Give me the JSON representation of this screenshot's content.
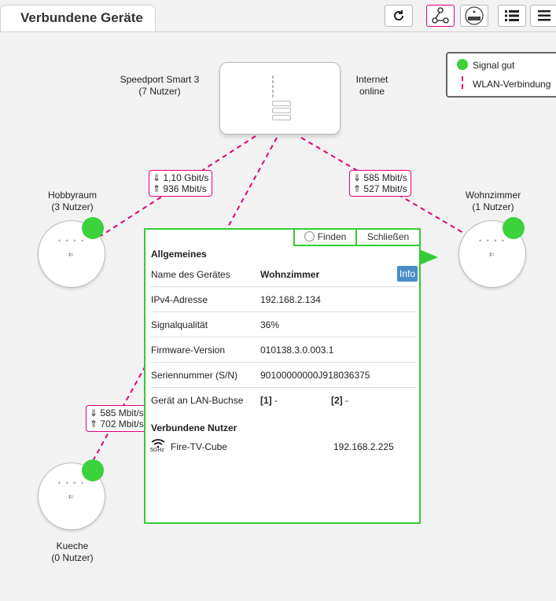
{
  "header": {
    "tab_title": "Verbundene Geräte"
  },
  "toolbar": {
    "buttons": [
      {
        "name": "refresh-icon"
      },
      {
        "name": "network-view-icon"
      },
      {
        "name": "router-view-icon"
      },
      {
        "name": "list-view-icon"
      },
      {
        "name": "menu-icon"
      }
    ]
  },
  "router": {
    "name": "Speedport Smart 3",
    "users": "(7 Nutzer)"
  },
  "internet": {
    "line1": "Internet",
    "line2": "online"
  },
  "legend": {
    "signal_good": "Signal gut",
    "wlan_connection": "WLAN-Verbindung"
  },
  "colors": {
    "accent": "#e2007a",
    "signal_good": "#3bd23b",
    "panel_border": "#33cc33",
    "info_button": "#4a8ec9"
  },
  "devices": {
    "hobbyraum": {
      "name": "Hobbyraum",
      "users": "(3 Nutzer)"
    },
    "wohnzimmer": {
      "name": "Wohnzimmer",
      "users": "(1 Nutzer)"
    },
    "kueche": {
      "name": "Kueche",
      "users": "(0 Nutzer)"
    }
  },
  "links": {
    "hobbyraum": {
      "down": "⇓ 1,10 Gbit/s",
      "up": "⇑ 936 Mbit/s"
    },
    "wohnzimmer": {
      "down": "⇓ 585 Mbit/s",
      "up": "⇑ 527 Mbit/s"
    },
    "kueche": {
      "down": "⇓ 585 Mbit/s",
      "up": "⇑ 702 Mbit/s"
    }
  },
  "panel": {
    "find_label": "Finden",
    "close_label": "Schließen",
    "section_general": "Allgemeines",
    "info_label": "Info",
    "rows": {
      "name": {
        "key": "Name des Gerätes",
        "value": "Wohnzimmer"
      },
      "ipv4": {
        "key": "IPv4-Adresse",
        "value": "192.168.2.134"
      },
      "signal": {
        "key": "Signalqualität",
        "value": "36%"
      },
      "firmware": {
        "key": "Firmware-Version",
        "value": "010138.3.0.003.1"
      },
      "serial": {
        "key": "Seriennummer (S/N)",
        "value": "90100000000J918036375"
      },
      "lan": {
        "key": "Gerät an LAN-Buchse",
        "port1": "[1]",
        "port1_val": "-",
        "port2": "[2]",
        "port2_val": "-"
      }
    },
    "section_users": "Verbundene Nutzer",
    "users": [
      {
        "band": "5GHz",
        "name": "Fire-TV-Cube",
        "ip": "192.168.2.225"
      }
    ]
  }
}
